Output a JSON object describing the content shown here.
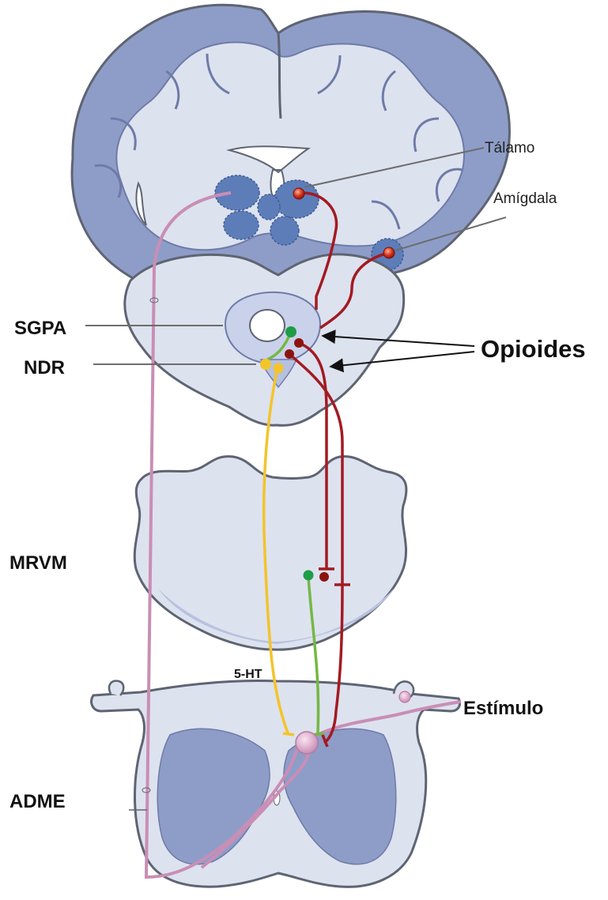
{
  "labels": {
    "talamo": "Tálamo",
    "amigdala": "Amígdala",
    "sgpa": "SGPA",
    "ndr": "NDR",
    "opioides": "Opioides",
    "mrvm": "MRVM",
    "serotonin": "5-HT",
    "estimulo": "Estímulo",
    "adme": "ADME"
  },
  "colors": {
    "tissue_outline": "#5f6472",
    "tissue_fill": "#dde2ef",
    "gray_matter": "#8e9dc8",
    "gray_matter_light": "#c9d2ea",
    "nucleus": "#5d7db9",
    "pathway_pink": "#c98eb5",
    "pathway_red": "#a31a22",
    "pathway_yellow": "#f3c42b",
    "pathway_green": "#74b844",
    "neuron_green": "#1e9c48",
    "leader_line": "#6d6d6d",
    "arrow": "#111111"
  }
}
